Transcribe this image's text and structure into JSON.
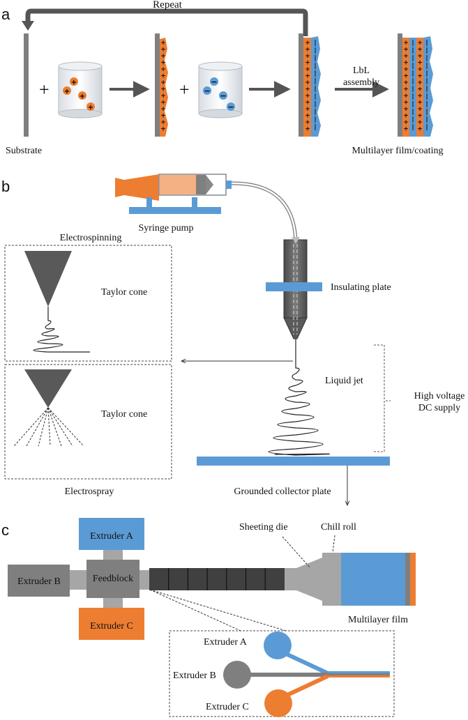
{
  "panels": {
    "a": {
      "letter": "a",
      "repeat_label": "Repeat",
      "plus_sign": "+",
      "substrate_label": "Substrate",
      "lbl_line1": "LbL",
      "lbl_line2": "assembly",
      "result_label": "Multilayer film/coating"
    },
    "b": {
      "letter": "b",
      "pump_label": "Syringe pump",
      "electrospinning_label": "Electrospinning",
      "taylor_cone_1": "Taylor cone",
      "taylor_cone_2": "Taylor cone",
      "electrospray_label": "Electrospray",
      "insulating_plate_label": "Insulating plate",
      "liquid_jet_label": "Liquid jet",
      "hv_line1": "High voltage",
      "hv_line2": "DC supply",
      "collector_label": "Grounded collector plate"
    },
    "c": {
      "letter": "c",
      "extruder_a": "Extruder A",
      "extruder_b": "Extruder B",
      "extruder_c": "Extruder C",
      "feedblock": "Feedblock",
      "sheeting_die": "Sheeting die",
      "chill_roll": "Chill roll",
      "multilayer_film": "Multilayer film",
      "inset_extruder_a": "Extruder A",
      "inset_extruder_b": "Extruder B",
      "inset_extruder_c": "Extruder C"
    }
  },
  "colors": {
    "orange": "#ED7D31",
    "blue": "#5B9BD5",
    "dark_gray": "#595959",
    "mid_gray": "#7F7F7F",
    "light_gray": "#A6A6A6",
    "black": "#111111"
  }
}
